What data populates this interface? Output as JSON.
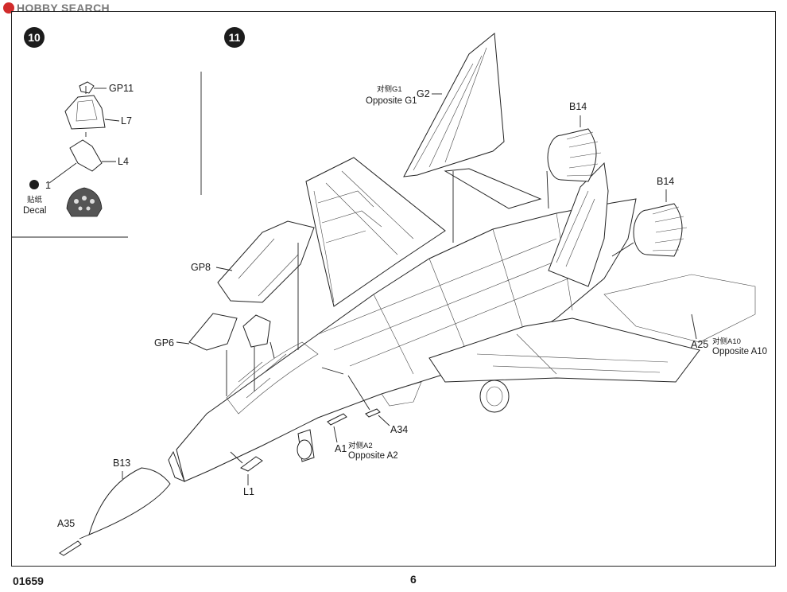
{
  "watermark": {
    "text": "HOBBY SEARCH"
  },
  "steps": {
    "step_a": "10",
    "step_b": "11"
  },
  "step10": {
    "gp11": "GP11",
    "l7": "L7",
    "l4": "L4",
    "decal_num": "1",
    "decal_cn": "贴纸",
    "decal_en": "Decal"
  },
  "step11": {
    "g2": "G2",
    "g1_cn": "对侧G1",
    "g1_en": "Opposite G1",
    "b14_top": "B14",
    "b14_right": "B14",
    "gp8": "GP8",
    "gp6": "GP6",
    "a25": "A25",
    "a10_cn": "对侧A10",
    "a10_en": "Opposite A10",
    "a34": "A34",
    "a1": "A1",
    "a2_cn": "对侧A2",
    "a2_en": "Opposite A2",
    "l1": "L1",
    "b13": "B13",
    "a35": "A35"
  },
  "footer": {
    "code": "01659",
    "page": "6"
  }
}
